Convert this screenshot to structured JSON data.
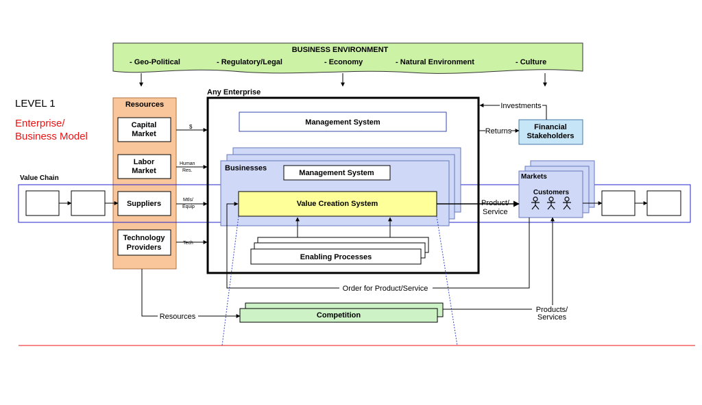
{
  "level": "LEVEL 1",
  "model_title_line1": "Enterprise/",
  "model_title_line2": "Business Model",
  "business_environment": {
    "title": "BUSINESS ENVIRONMENT",
    "items": [
      "- Geo-Political",
      "- Regulatory/Legal",
      "- Economy",
      "-  Natural Environment",
      "- Culture"
    ]
  },
  "resources": {
    "title": "Resources",
    "capital": [
      "Capital",
      "Market"
    ],
    "labor": [
      "Labor",
      "Market"
    ],
    "suppliers": "Suppliers",
    "technology": [
      "Technology",
      "Providers"
    ],
    "flow_capital": "$",
    "flow_labor": [
      "Human",
      "Res."
    ],
    "flow_suppliers": [
      "Mtls/",
      "Equip"
    ],
    "flow_tech": "Tech"
  },
  "enterprise": {
    "title": "Any Enterprise",
    "management_system": "Management System",
    "businesses": "Businesses",
    "business_management_system": "Management System",
    "value_creation_system": "Value Creation System",
    "enabling_processes": "Enabling Processes"
  },
  "value_chain": "Value Chain",
  "investments": "Investments",
  "returns": "Returns",
  "financial_stakeholders": [
    "Financial",
    "Stakeholders"
  ],
  "product_service": [
    "Product/",
    "Service"
  ],
  "markets": {
    "title": "Markets",
    "customers": "Customers"
  },
  "order": "Order for Product/Service",
  "competition": "Competition",
  "resources_label": "Resources",
  "products_services": [
    "Products/",
    "Services"
  ],
  "colors": {
    "environment_fill": "#ccf2a6",
    "resources_fill": "#f8c69a",
    "businesses_fill": "#cfd9f7",
    "value_creation_fill": "#ffff99",
    "competition_fill": "#ccf2c6",
    "stakeholders_fill": "#c6e6f8",
    "accent_red": "#ee1111",
    "value_chain_border": "#2222cc"
  }
}
